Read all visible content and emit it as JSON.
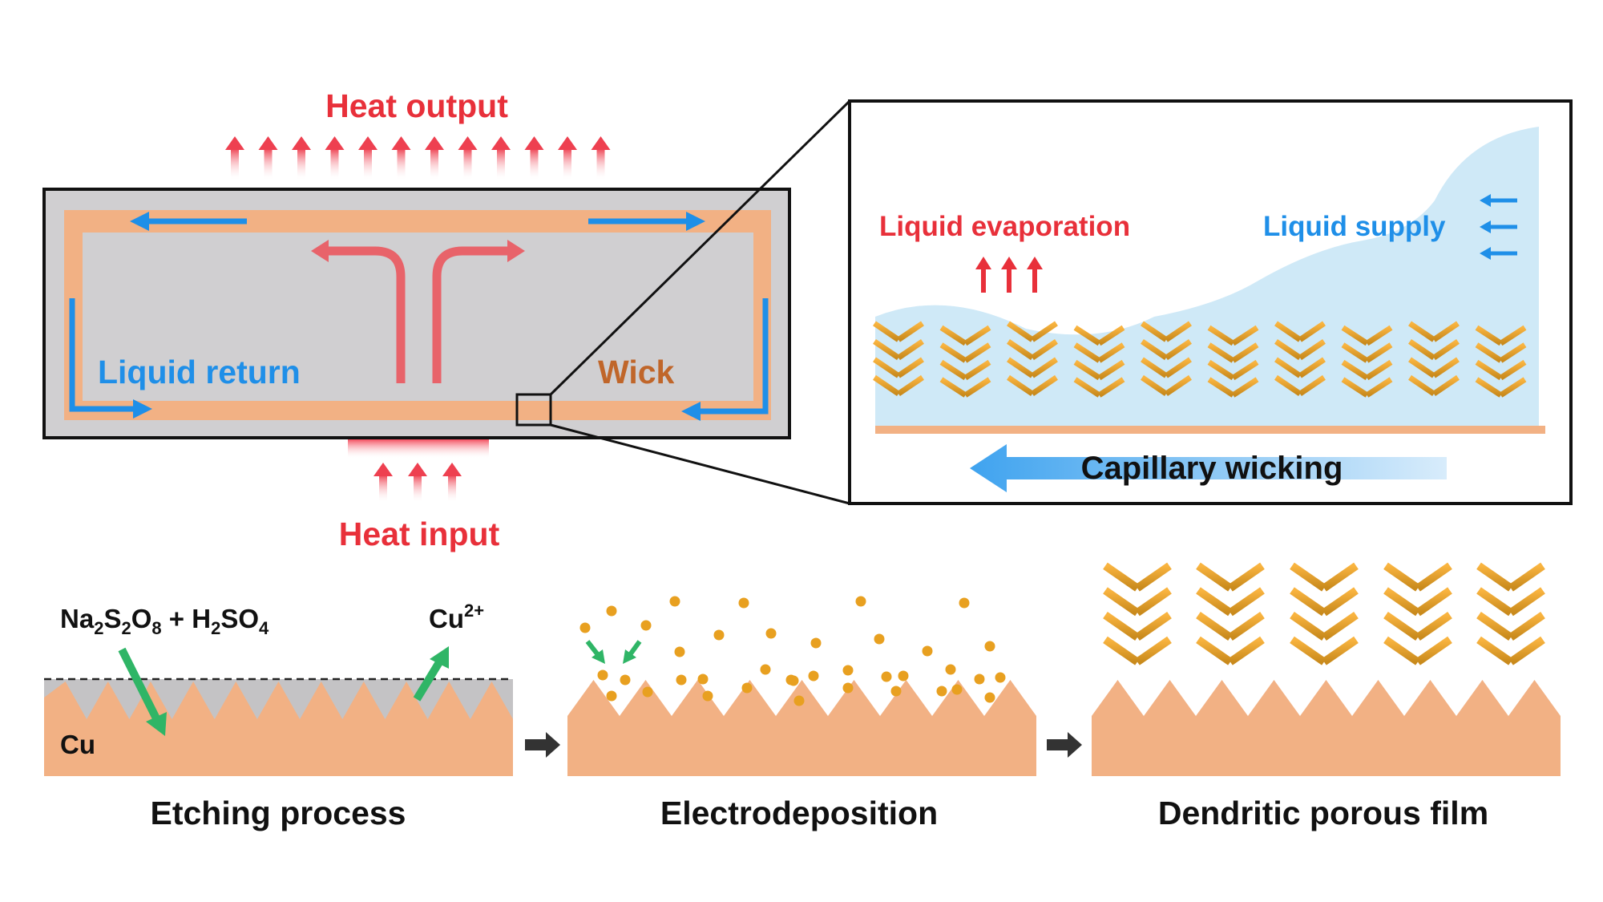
{
  "heat_pipe": {
    "heat_output": "Heat output",
    "heat_input": "Heat input",
    "liquid_return": "Liquid return",
    "wick": "Wick"
  },
  "zoom": {
    "liquid_evaporation": "Liquid evaporation",
    "liquid_supply": "Liquid supply",
    "capillary_wicking": "Capillary wicking"
  },
  "process": {
    "reagent_a": "Na",
    "reagent_a_sub1": "2",
    "reagent_b": "S",
    "reagent_b_sub": "2",
    "reagent_c": "O",
    "reagent_c_sub": "8",
    "reagent_plus": " + H",
    "reagent_d_sub": "2",
    "reagent_d": "SO",
    "reagent_d_sub2": "4",
    "ion": "Cu",
    "ion_charge": "2+",
    "substrate": "Cu",
    "step1": "Etching process",
    "step2": "Electrodeposition",
    "step3": "Dendritic porous film"
  },
  "colors": {
    "heat": "#e8303a",
    "liquid": "#1f8fe8",
    "wick": "#f2b184",
    "wick_label": "#c0662a",
    "casing": "#d0cfd1",
    "dendrite": "#e8a23a",
    "particle": "#e8a020",
    "arrow_green": "#2fb566"
  }
}
